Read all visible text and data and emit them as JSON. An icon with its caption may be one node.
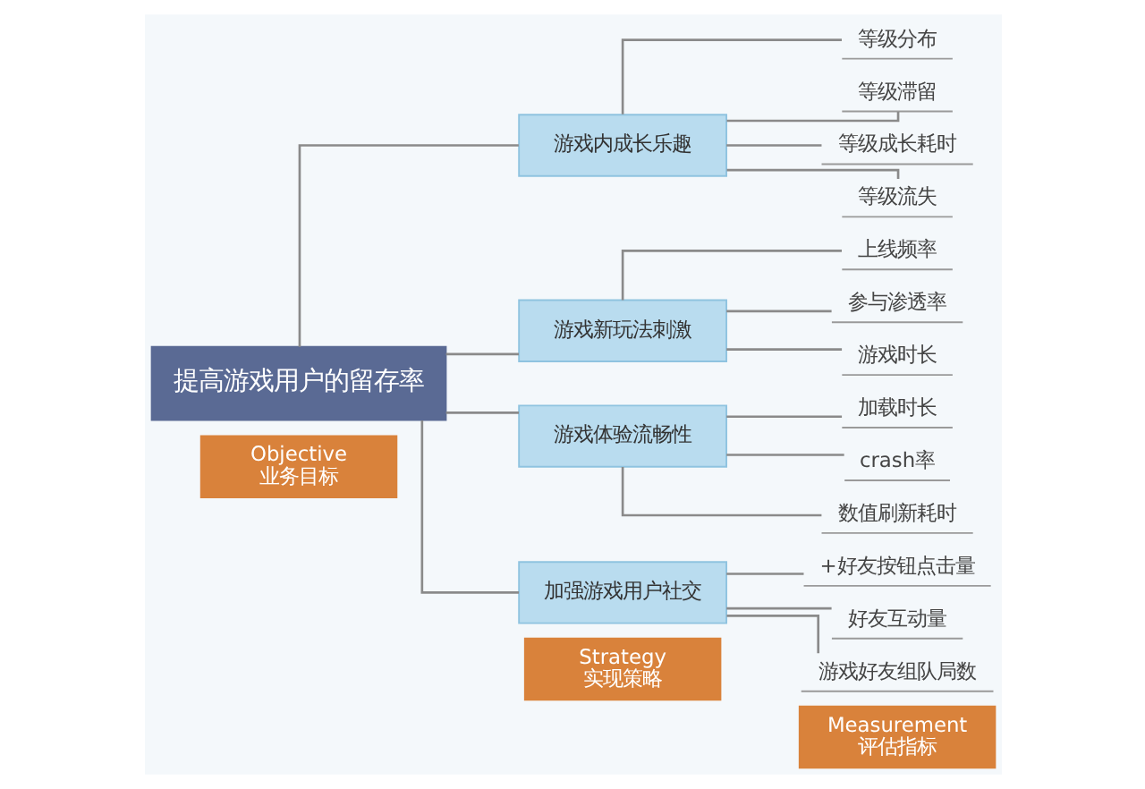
{
  "diagram": {
    "nodes": [
      {
        "text": [
          "Objective",
          "业务目标"
        ]
      },
      {
        "text": [
          "Strategy",
          "实现策略"
        ]
      },
      {
        "text": [
          "Measurement",
          "评估指标"
        ]
      },
      {
        "text": [
          "提高游戏用户的留存率"
        ]
      },
      {
        "text": [
          "游戏内成长乐趣"
        ]
      },
      {
        "text": [
          "等级分布"
        ]
      },
      {
        "text": [
          "等级滞留"
        ]
      },
      {
        "text": [
          "等级成长耗时"
        ]
      },
      {
        "text": [
          "等级流失"
        ]
      },
      {
        "text": [
          "游戏新玩法刺激"
        ]
      },
      {
        "text": [
          "上线频率"
        ]
      },
      {
        "text": [
          "参与渗透率"
        ]
      },
      {
        "text": [
          "游戏时长"
        ]
      },
      {
        "text": [
          "游戏体验流畅性"
        ]
      },
      {
        "text": [
          "加载时长"
        ]
      },
      {
        "text": [
          "crash率"
        ]
      },
      {
        "text": [
          "数值刷新耗时"
        ]
      },
      {
        "text": [
          "加强游戏用户社交"
        ]
      },
      {
        "text": [
          "+好友按钮点击量"
        ]
      },
      {
        "text": [
          "好友互动量"
        ]
      },
      {
        "text": [
          "游戏好友组队局数"
        ]
      }
    ],
    "edges": [
      {
        "from": 3,
        "to": 4,
        "arrow": "none"
      },
      {
        "from": 4,
        "to": 5,
        "arrow": "none"
      },
      {
        "from": 4,
        "to": 6,
        "arrow": "none"
      },
      {
        "from": 4,
        "to": 7,
        "arrow": "none"
      },
      {
        "from": 4,
        "to": 8,
        "arrow": "none"
      },
      {
        "from": 3,
        "to": 9,
        "arrow": "none"
      },
      {
        "from": 9,
        "to": 10,
        "arrow": "none"
      },
      {
        "from": 9,
        "to": 11,
        "arrow": "none"
      },
      {
        "from": 9,
        "to": 12,
        "arrow": "none"
      },
      {
        "from": 3,
        "to": 13,
        "arrow": "none"
      },
      {
        "from": 13,
        "to": 14,
        "arrow": "none"
      },
      {
        "from": 13,
        "to": 15,
        "arrow": "none"
      },
      {
        "from": 13,
        "to": 16,
        "arrow": "none"
      },
      {
        "from": 3,
        "to": 17,
        "arrow": "none"
      },
      {
        "from": 17,
        "to": 18,
        "arrow": "none"
      },
      {
        "from": 17,
        "to": 19,
        "arrow": "none"
      },
      {
        "from": 17,
        "to": 20,
        "arrow": "none"
      }
    ]
  }
}
